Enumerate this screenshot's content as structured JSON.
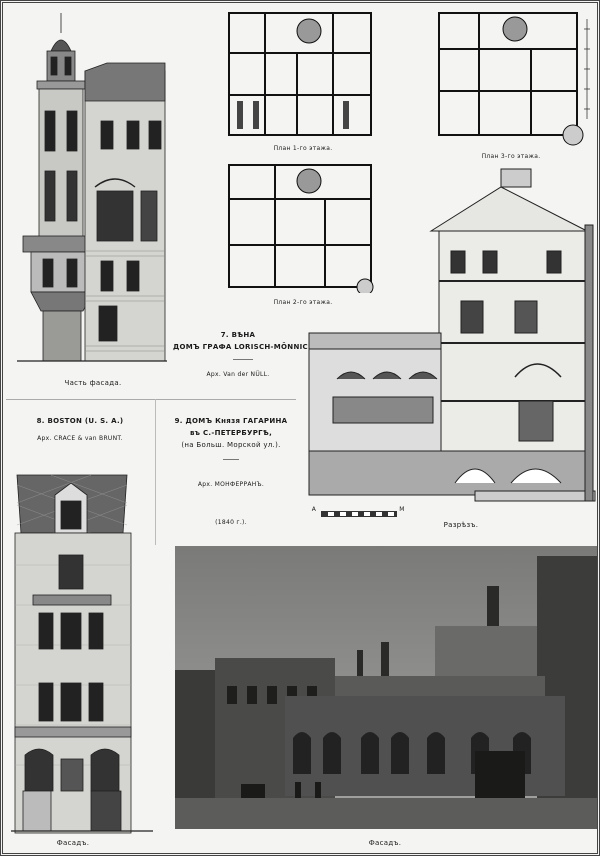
{
  "vienna": {
    "title_line1": "7. ВѢНА",
    "title_line2": "ДОМЪ ГРАФА LORISCH-MÖNNICH.",
    "architect": "Арх. Van der NÜLL.",
    "facade_part_caption": "Часть фасада.",
    "plan1_caption": "План 1-го этажа.",
    "plan2_caption": "План 2-го этажа.",
    "plan3_caption": "План 3-го этажа."
  },
  "boston": {
    "title": "8. BOSTON (U. S. A.)",
    "architect": "Арх. CRACE & van BRUNT.",
    "facade_caption": "Фасадъ."
  },
  "gagarin": {
    "title_line1": "9. ДОМЪ Князя ГАГАРИНА",
    "title_line2": "въ С.-ПЕТЕРБУРГѢ,",
    "title_line3": "(на Больш. Морской ул.).",
    "architect": "Арх. МОНФЕРРАНЪ.",
    "year": "(1840 г.).",
    "section_caption": "Разрѣзъ.",
    "scale_left": "A",
    "scale_right": "M",
    "photo_caption": "Фасадъ."
  }
}
